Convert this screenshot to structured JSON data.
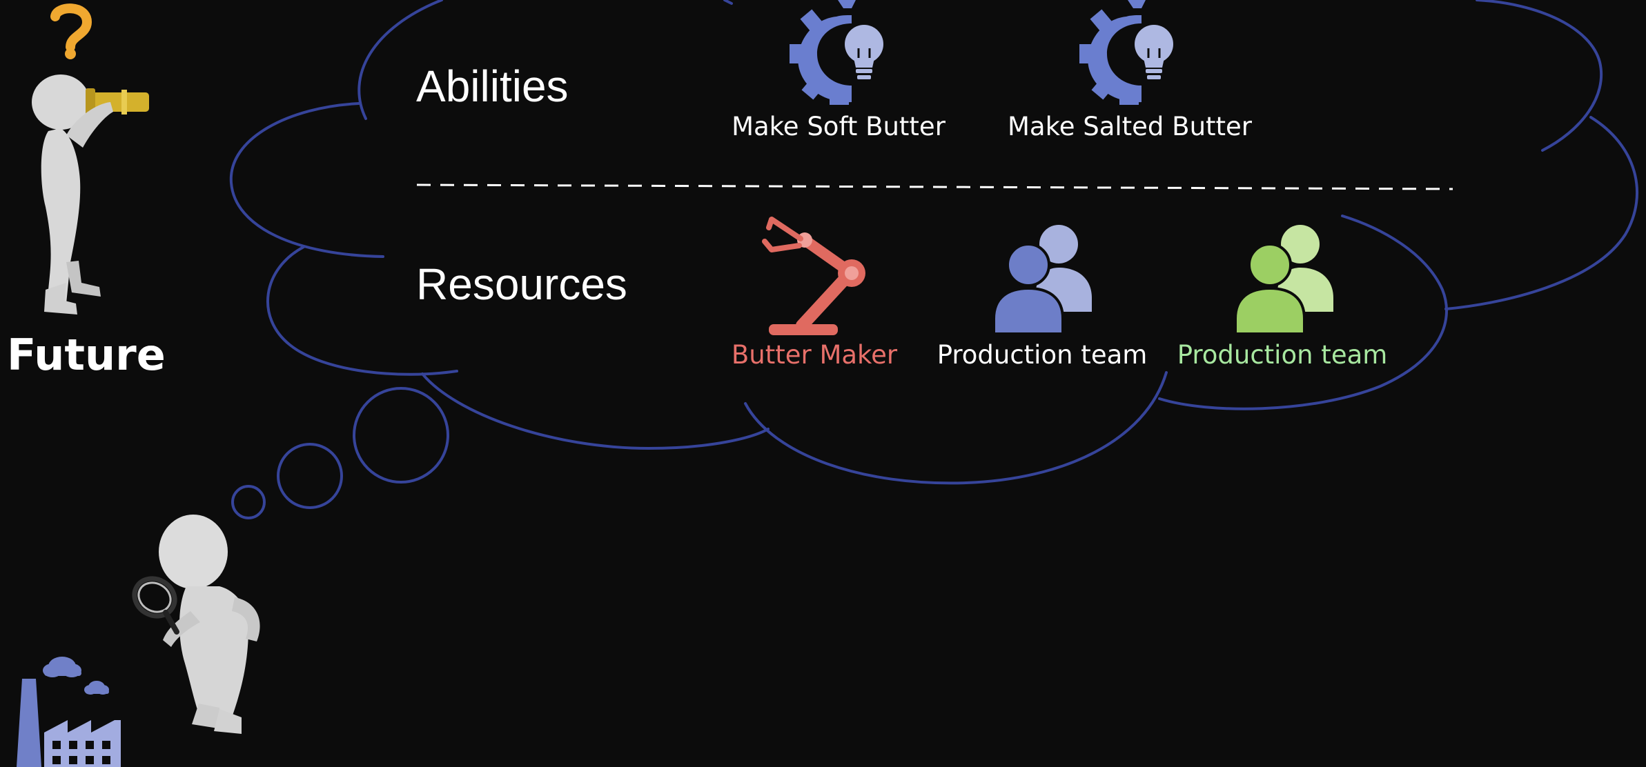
{
  "future_label": "Future",
  "colors": {
    "background": "#0c0c0c",
    "cloud_outline": "#36449a",
    "gear": "#6a7ecf",
    "bulb": "#aeb8e2",
    "robot": "#e06a60",
    "team_blue": "#6d7ec8",
    "team_blue_light": "#a8b2de",
    "team_green": "#9ccf63",
    "team_green_light": "#c6e5a2",
    "factory": "#7080c8",
    "figure": "#d8d8d8",
    "question_mark": "#f0a830",
    "telescope": "#d4b12c"
  },
  "thought_cloud": {
    "abilities": {
      "label": "Abilities",
      "items": [
        {
          "label": "Make Soft Butter",
          "icon": "gear-lightbulb-icon",
          "color": "#ffffff"
        },
        {
          "label": "Make Salted Butter",
          "icon": "gear-lightbulb-icon",
          "color": "#ffffff"
        }
      ]
    },
    "resources": {
      "label": "Resources",
      "items": [
        {
          "label": "Butter Maker",
          "icon": "robot-arm-icon",
          "color": "#e8706a"
        },
        {
          "label": "Production team",
          "icon": "team-icon",
          "color": "#ffffff"
        },
        {
          "label": "Production team",
          "icon": "team-icon",
          "color": "#a8e8a0"
        }
      ]
    }
  },
  "figures": [
    {
      "name": "figure-with-telescope",
      "icon": "person-telescope-icon"
    },
    {
      "name": "figure-with-magnifier",
      "icon": "person-magnifier-icon"
    }
  ],
  "factory": {
    "icon": "factory-icon"
  }
}
